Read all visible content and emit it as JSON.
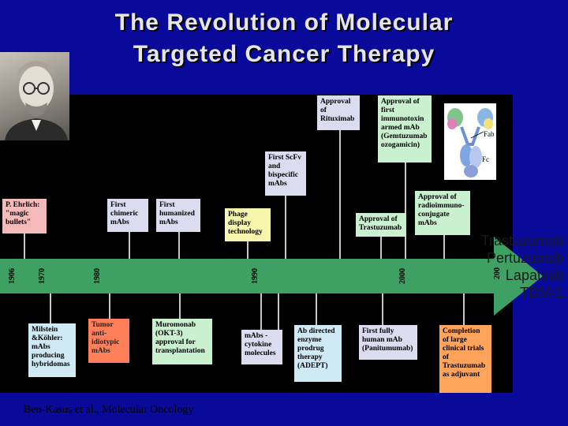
{
  "title": {
    "line1": "The Revolution of Molecular",
    "line2": "Targeted Cancer Therapy"
  },
  "timeline": {
    "years": [
      "1906",
      "1970",
      "1980",
      "1990",
      "2000",
      "200"
    ],
    "top_boxes": {
      "ehrlich": "P. Ehrlich:\n\"magic\nbullets\"",
      "chimeric": "First\nchimeric\nmAbs",
      "humanized": "First\nhumanized\nmAbs",
      "phage": "Phage\ndisplay\ntechnology",
      "scfv": "First ScFv\nand\nbispecific\nmAbs",
      "rituximab": "Approval\nof\nRituximab",
      "immunotoxin": "Approval of\nfirst\nimmunotoxin\narmed mAb\n(Gemtuzumab\nozogamicin)",
      "trastuzumab": "Approval of\nTrastuzumab",
      "radioimmuno": "Approval of\nradioimmuno-\nconjugate\nmAbs"
    },
    "bottom_boxes": {
      "milstein": "Milstein\n&Köhler:\nmAbs\nproducing\nhybridomas",
      "tumor": "Tumor\nanti-\nidiotypic\nmAbs",
      "muromonab": "Muromonab\n(OKT-3)\napproval for\ntransplantation",
      "cytokine": "mAbs -\ncytokine\nmolecules",
      "adept": "Ab directed\nenzyme\nprodrug\ntherapy\n(ADEPT)",
      "fullyhuman": "First fully\nhuman mAb\n(Panitumumab)",
      "completion": "Completion\nof large\nclinical trials\nof\nTrastuzumab\nas adjuvant"
    }
  },
  "fab_labels": {
    "fab": "Fab",
    "fc": "Fc"
  },
  "drugs": [
    "Trastuzumab",
    "Pertuzumab",
    "Lapatinib",
    "TDM-1"
  ],
  "citation": "Ben-Kasus et al., Molecular Oncology"
}
